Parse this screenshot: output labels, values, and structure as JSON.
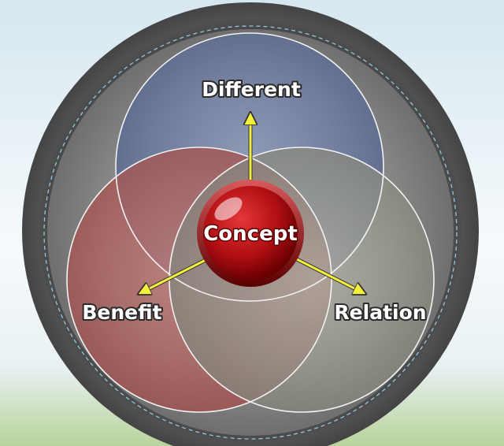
{
  "diagram": {
    "center_label": "Concept",
    "labels": {
      "top": "Different",
      "left": "Benefit",
      "right": "Relation"
    },
    "colors": {
      "outer_ring": "#4a4a4a",
      "ring_dashes": "#8fc8d8",
      "circle_top": "#6d7fa8",
      "circle_left": "#b65a58",
      "circle_right": "#a9a89a",
      "circle_outline": "#f2f2f2",
      "center_disc": "#b30f12",
      "arrows": "#f3ef3a",
      "sky": "#dcebf2",
      "grass": "#9cbf80"
    }
  }
}
